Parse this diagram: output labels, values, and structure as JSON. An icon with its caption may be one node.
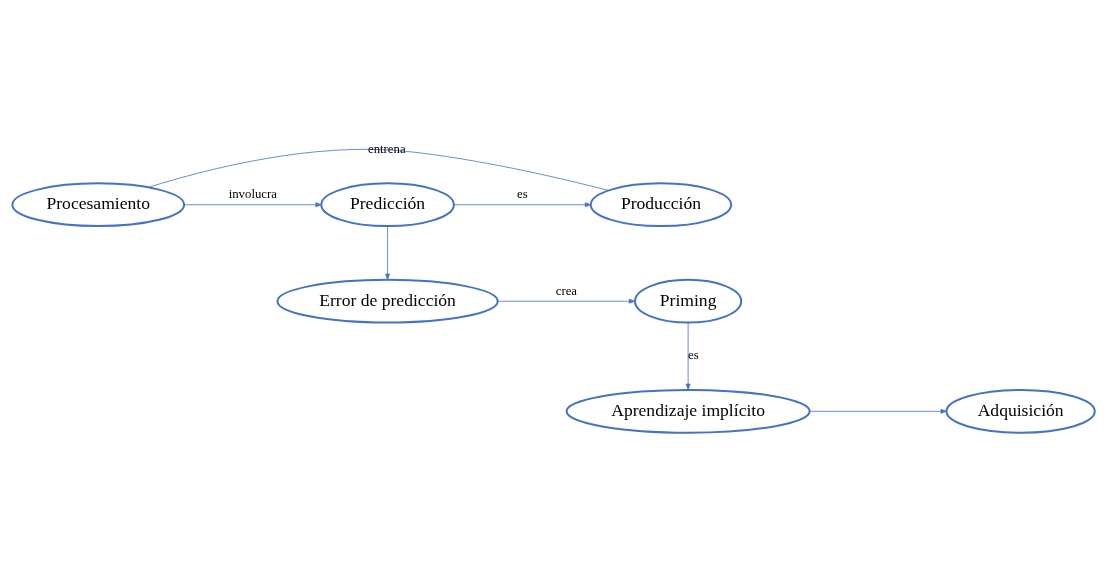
{
  "diagram": {
    "nodes": [
      {
        "text": [
          "Procesamiento"
        ]
      },
      {
        "text": [
          "Predicción"
        ]
      },
      {
        "text": [
          "Producción"
        ]
      },
      {
        "text": [
          "Error de predicción"
        ]
      },
      {
        "text": [
          "Priming"
        ]
      },
      {
        "text": [
          "Aprendizaje implícito"
        ]
      },
      {
        "text": [
          "Adquisición"
        ]
      }
    ],
    "edges": [
      {
        "from": 0,
        "to": 1,
        "arrow": "to",
        "label": "involucra"
      },
      {
        "from": 1,
        "to": 2,
        "arrow": "to",
        "label": "es"
      },
      {
        "from": 0,
        "to": 2,
        "arrow": "none",
        "label": "entrena"
      },
      {
        "from": 1,
        "to": 3,
        "arrow": "to"
      },
      {
        "from": 3,
        "to": 4,
        "arrow": "to",
        "label": "crea"
      },
      {
        "from": 4,
        "to": 5,
        "arrow": "to",
        "label": "es"
      },
      {
        "from": 5,
        "to": 6,
        "arrow": "to"
      }
    ]
  }
}
